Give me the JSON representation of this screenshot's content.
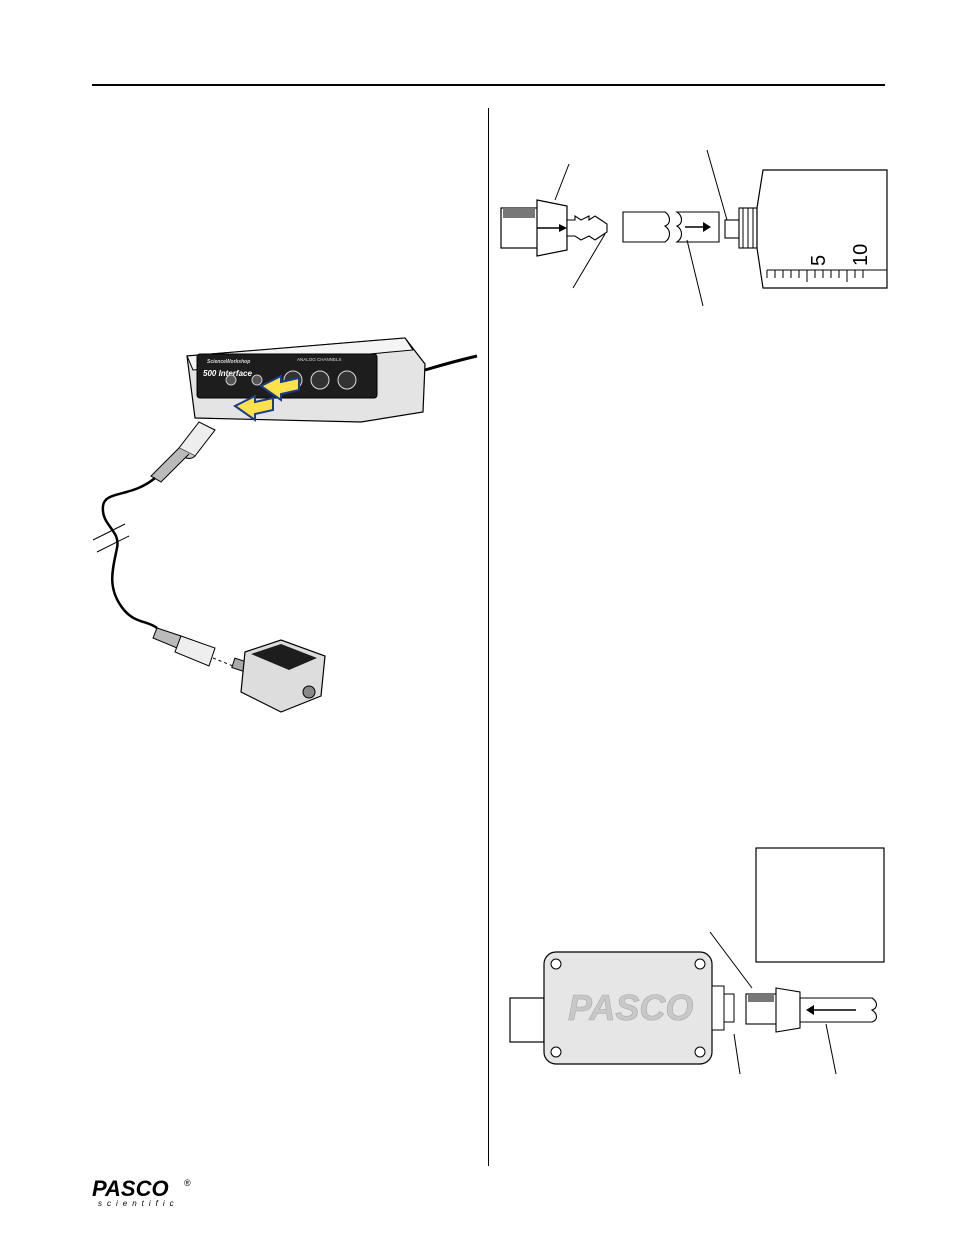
{
  "figures": {
    "syringe_scale": {
      "tick_labels": [
        "5",
        "10"
      ]
    },
    "interface_box": {
      "model_label": "500 Interface",
      "brand_label": "ScienceWorkshop",
      "section_label": "ANALOG CHANNELS"
    },
    "sensor_body": {
      "brand_text": "PASCO"
    }
  },
  "footer": {
    "logo_text": "PASCO",
    "logo_subtext": "scientific",
    "registered_mark": "®"
  }
}
